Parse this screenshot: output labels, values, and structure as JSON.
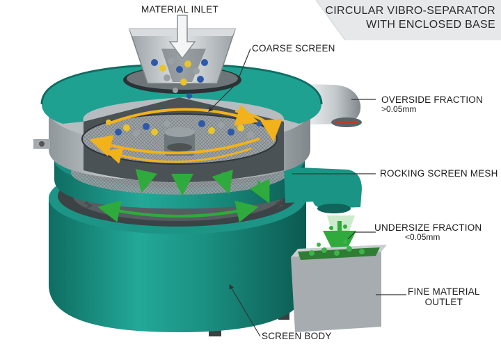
{
  "title": {
    "line1": "CIRCULAR VIBRO-SEPARATOR",
    "line2": "WITH ENCLOSED BASE"
  },
  "labels": {
    "material_inlet": "MATERIAL INLET",
    "coarse_screen": "COARSE SCREEN",
    "overside_fraction": "OVERSIDE FRACTION",
    "overside_size": ">0.05mm",
    "rocking_screen_mesh": "ROCKING SCREEN MESH",
    "undersize_fraction": "UNDERSIZE FRACTION",
    "undersize_size": "<0.05mm",
    "fine_material_outlet_1": "FINE MATERIAL",
    "fine_material_outlet_2": "OUTLET",
    "screen_body": "SCREEN BODY"
  },
  "colors": {
    "teal": "#1f9e91",
    "teal_dark": "#137367",
    "steel": "#c9ced1",
    "flow_arrow": "#f2b21b",
    "fine_particles": "#2faa3c"
  }
}
